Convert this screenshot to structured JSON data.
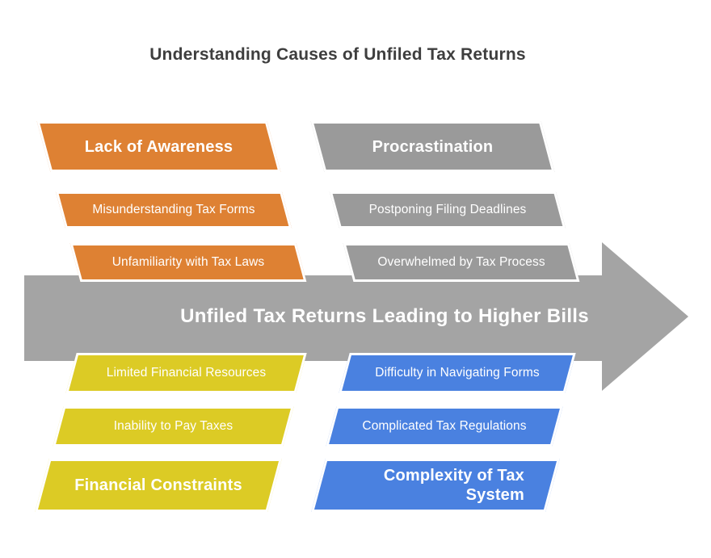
{
  "title": "Understanding Causes of Unfiled Tax Returns",
  "arrow_label": "Unfiled Tax Returns Leading to Higher Bills",
  "colors": {
    "orange": "#DE8133",
    "gray": "#9A9A9A",
    "yellow": "#DCCB25",
    "blue": "#4A81E0",
    "arrow": "#A4A4A4",
    "title_text": "#3E3E3E",
    "shape_text": "#FFFFFF"
  },
  "groups": [
    {
      "position": "top-left",
      "header": "Lack of Awareness",
      "items": [
        "Misunderstanding Tax Forms",
        "Unfamiliarity with Tax Laws"
      ]
    },
    {
      "position": "top-right",
      "header": "Procrastination",
      "items": [
        "Postponing Filing Deadlines",
        "Overwhelmed by Tax Process"
      ]
    },
    {
      "position": "bottom-left",
      "header": "Financial Constraints",
      "items": [
        "Limited Financial Resources",
        "Inability to Pay Taxes"
      ]
    },
    {
      "position": "bottom-right",
      "header": "Complexity of Tax System",
      "items": [
        "Difficulty in Navigating Forms",
        "Complicated Tax Regulations"
      ]
    }
  ]
}
